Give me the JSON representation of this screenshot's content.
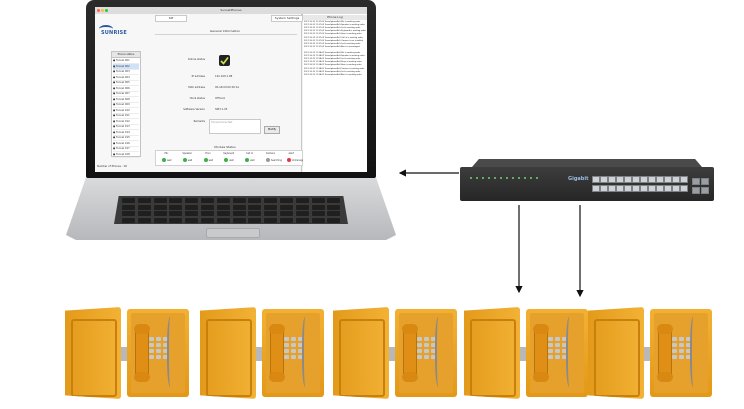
{
  "window": {
    "title": "SunsetPhones"
  },
  "tabs": {
    "tab1": "SIP",
    "tab2": "System Settings"
  },
  "logo": "SUNRISE",
  "general_information": "General Information",
  "phone_list": {
    "header": "Phone status",
    "items": [
      "Tunnel 001",
      "Tunnel 002",
      "Tunnel 003",
      "Tunnel 004",
      "Tunnel 005",
      "Tunnel 006",
      "Tunnel 007",
      "Tunnel 008",
      "Tunnel 009",
      "Tunnel 010",
      "Tunnel 011",
      "Tunnel 012",
      "Tunnel 013",
      "Tunnel 014",
      "Tunnel 015",
      "Tunnel 016",
      "Tunnel 017",
      "Tunnel 018"
    ],
    "selected_index": 1
  },
  "fields": {
    "online_status_label": "Online status",
    "ip_label": "IP address",
    "ip_value": "192.168.1.88",
    "mac_label": "MAC address",
    "mac_value": "00:a8:09:00:26:3e",
    "hook_label": "Hook status",
    "hook_value": "Offhook",
    "software_label": "Software Version",
    "software_value": "SIB3.1.05",
    "remarks_label": "Remarks",
    "remarks_placeholder": "Tunnel phone test",
    "modify_button": "Modify"
  },
  "module_status": {
    "title": "Module Status",
    "columns": [
      {
        "name": "Mic",
        "value": "well",
        "color": "#3cb043"
      },
      {
        "name": "Speaker",
        "value": "well",
        "color": "#3cb043"
      },
      {
        "name": "Horn",
        "value": "well",
        "color": "#3cb043"
      },
      {
        "name": "Keyboard",
        "value": "well",
        "color": "#3cb043"
      },
      {
        "name": "Call In",
        "value": "well",
        "color": "#3cb043"
      },
      {
        "name": "Camera",
        "value": "Searching",
        "color": "#9a9a9a"
      },
      {
        "name": "Alert",
        "value": "Unmanage",
        "color": "#e23b3b"
      }
    ]
  },
  "phone_count": "Number of Phones : 18",
  "phone_log": {
    "header": "Phone Log",
    "lines": [
      "2017-10-13 11:37:05 TunnelphoneNo1:Mic is working order",
      "2017-10-13 11:37:05 TunnelphoneNo1:Speaker is working order",
      "2017-10-13 11:37:05 TunnelphoneNo1:Led is working order",
      "2017-10-13 11:37:05 TunnelphoneNo1:Keyboard is working order",
      "2017-10-13 11:37:05 TunnelphoneNo1:Horn is working order",
      "2017-10-13 11:37:05 TunnelphoneNo1:Call in is working order",
      "2017-10-13 11:37:05 TunnelphoneNo1:Camera is not installed",
      "2017-10-13 11:37:05 TunnelphoneNo1:Led is working order",
      "2017-10-13 11:37:05 TunnelphoneNo1:Alert is unmanaged",
      "",
      "2017-10-13 11:38:02 TunnelphoneNo2:Mic is working order",
      "2017-10-13 11:38:02 TunnelphoneNo2:Speaker is working order",
      "2017-10-13 11:38:02 TunnelphoneNo2:Led is working order",
      "2017-10-13 11:38:02 TunnelphoneNo2:Keep is working order",
      "2017-10-13 11:38:02 TunnelphoneNo2:Horn is working order",
      "2017-10-13 11:38:02 TunnelphoneNo2:Camera is working order",
      "2017-10-13 11:38:02 TunnelphoneNo2:Led is working order",
      "2017-10-13 11:38:02 TunnelphoneNo2:Alert is working order"
    ]
  },
  "switch": {
    "logo": "Gigabit"
  }
}
